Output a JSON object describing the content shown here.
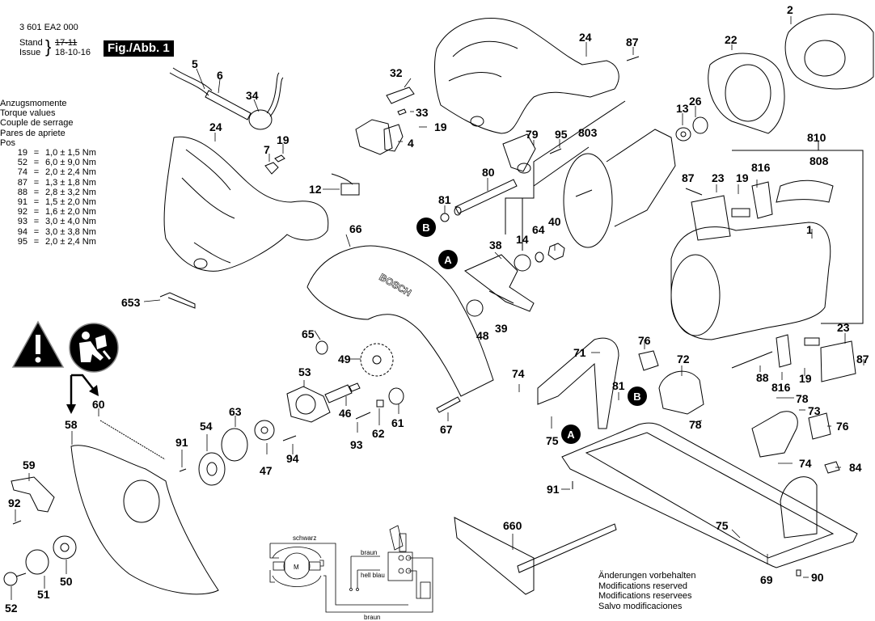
{
  "header": {
    "part_number": "3 601 EA2 000",
    "stand_label": "Stand",
    "issue_label": "Issue",
    "old_date": "17-11",
    "issue_date": "18-10-16",
    "figure_label": "Fig./Abb. 1"
  },
  "torque_table": {
    "headings": [
      "Anzugsmomente",
      "Torque values",
      "Couple de serrage",
      "Pares de apriete",
      "Pos"
    ],
    "rows": [
      {
        "pos": "19",
        "eq": "=",
        "value": "1,0 ± 1,5 Nm"
      },
      {
        "pos": "52",
        "eq": "=",
        "value": "6,0 ± 9,0 Nm"
      },
      {
        "pos": "74",
        "eq": "=",
        "value": "2,0 ± 2,4 Nm"
      },
      {
        "pos": "87",
        "eq": "=",
        "value": "1,3 ± 1,8 Nm"
      },
      {
        "pos": "88",
        "eq": "=",
        "value": "2,8 ± 3,2 Nm"
      },
      {
        "pos": "91",
        "eq": "=",
        "value": "1,5 ± 2,0 Nm"
      },
      {
        "pos": "92",
        "eq": "=",
        "value": "1,6 ± 2,0 Nm"
      },
      {
        "pos": "93",
        "eq": "=",
        "value": "3,0 ± 4,0 Nm"
      },
      {
        "pos": "94",
        "eq": "=",
        "value": "3,0 ± 3,8 Nm"
      },
      {
        "pos": "95",
        "eq": "=",
        "value": "2,0 ± 2,4 Nm"
      }
    ]
  },
  "callouts": {
    "c5": "5",
    "c6": "6",
    "c34": "34",
    "c19a": "19",
    "c7": "7",
    "c24a": "24",
    "c32": "32",
    "c33": "33",
    "c19b": "19",
    "c4": "4",
    "c12": "12",
    "c24b": "24",
    "c87a": "87",
    "c22": "22",
    "c2": "2",
    "c13": "13",
    "c26": "26",
    "c79": "79",
    "c95": "95",
    "c803": "803",
    "c80": "80",
    "c81a": "81",
    "c14": "14",
    "c64": "64",
    "c40": "40",
    "c810": "810",
    "c808": "808",
    "c87b": "87",
    "c23a": "23",
    "c19c": "19",
    "c816a": "816",
    "c1": "1",
    "c66": "66",
    "c38": "38",
    "c653": "653",
    "c65": "65",
    "c48": "48",
    "c39": "39",
    "c49": "49",
    "c53": "53",
    "c46": "46",
    "c61": "61",
    "c62": "62",
    "c93": "93",
    "c67": "67",
    "c63": "63",
    "c54": "54",
    "c91a": "91",
    "c47": "47",
    "c94": "94",
    "c60": "60",
    "c58": "58",
    "c59": "59",
    "c92": "92",
    "c50": "50",
    "c51": "51",
    "c52": "52",
    "c71": "71",
    "c76a": "76",
    "c72": "72",
    "c74a": "74",
    "c81b": "81",
    "c75a": "75",
    "c78a": "78",
    "c78b": "78",
    "c73": "73",
    "c76b": "76",
    "c74b": "74",
    "c84": "84",
    "c23b": "23",
    "c87c": "87",
    "c88": "88",
    "c19d": "19",
    "c816b": "816",
    "c91b": "91",
    "c660": "660",
    "c75b": "75",
    "c69": "69",
    "c90": "90"
  },
  "markers": {
    "a": "A",
    "b": "B"
  },
  "wiring": {
    "motor_label": "M",
    "wire_black": "schwarz",
    "wire_brown_top": "braun",
    "wire_light_blue": "hell blau",
    "wire_brown_bottom": "braun"
  },
  "notes": [
    "Änderungen vorbehalten",
    "Modifications reserved",
    "Modifications reservees",
    "Salvo modificaciones"
  ],
  "icons": {
    "warning": "warning-triangle-icon",
    "manual": "read-manual-icon"
  }
}
